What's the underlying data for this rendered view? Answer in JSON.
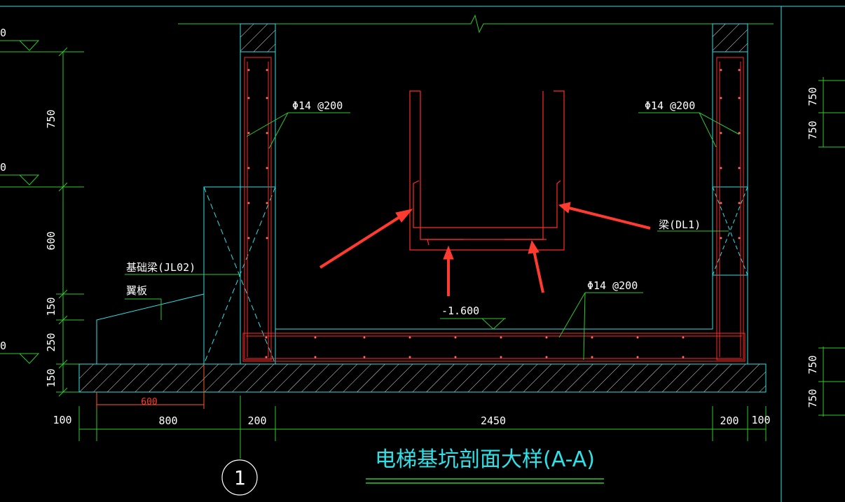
{
  "title": "电梯基坑剖面大样(A-A)",
  "axis_label": "1",
  "dimensions": {
    "left_750": "750",
    "left_600": "600",
    "left_150a": "150",
    "left_250": "250",
    "left_150b": "150",
    "bottom_100a": "100",
    "bottom_800": "800",
    "bottom_200a": "200",
    "bottom_2450": "2450",
    "bottom_200b": "200",
    "bottom_100b": "100",
    "wing_600": "600",
    "right_750a": "750",
    "right_750b": "750",
    "right_750c": "750",
    "right_750d": "750",
    "left_elev_a": "0",
    "left_elev_b": "0",
    "left_elev_c": "0"
  },
  "annotations": {
    "rebar_left": "Φ14 @200",
    "rebar_right": "Φ14 @200",
    "rebar_bottom": "Φ14 @200",
    "beam_dl1": "梁(DL1)",
    "beam_jl02": "基础梁(JL02)",
    "wing_plate": "翼板",
    "elevation": "-1.600"
  },
  "colors": {
    "background": "#000000",
    "structure": "#2fe0e6",
    "dimension": "#2ec92e",
    "rebar": "#ff2a2a",
    "arrow": "#ff3b2f",
    "text": "#ffffff"
  }
}
